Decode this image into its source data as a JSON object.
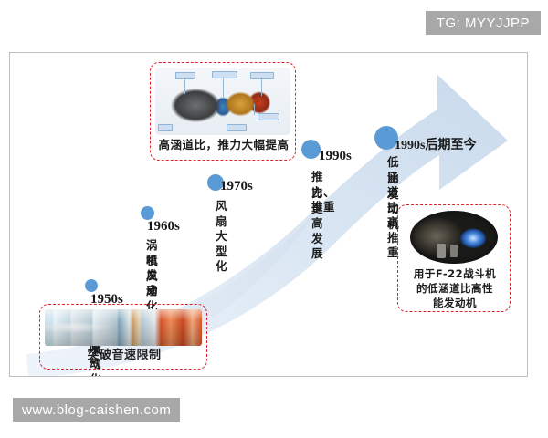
{
  "watermarks": {
    "top_right": "TG: MYYJJPP",
    "bottom_left": "www.blog-caishen.com"
  },
  "timeline": {
    "nodes": [
      {
        "year": "1950s",
        "desc_line1": "航空发动",
        "desc_line2": "机喷气化"
      },
      {
        "year": "1960s",
        "desc_line1": "涡喷发动",
        "desc_line2": "机风扇化"
      },
      {
        "year": "1970s",
        "desc_line1": "风扇大型化",
        "desc_line2": ""
      },
      {
        "year": "1990s",
        "desc_line1": "推力、推重",
        "desc_line2": "比更高发展"
      },
      {
        "year": "1990s后期至今",
        "desc_line1": "低涵道比高推重",
        "desc_line2": "比发动机"
      }
    ]
  },
  "callouts": [
    {
      "id": "turbofan",
      "caption": "高涵道比，推力大幅提高",
      "photo_label": "turbofan-cutaway-photo",
      "sub_labels": [
        "风扇",
        "高压压气机",
        "燃烧室",
        "高压涡轮",
        "低压涡轮",
        "喷管"
      ]
    },
    {
      "id": "turbojet",
      "caption": "突破音速限制",
      "photo_label": "turbojet-cutaway-photo"
    },
    {
      "id": "afterburner",
      "caption_line1": "用于F-22战斗机",
      "caption_line2": "的低涵道比高性",
      "caption_line3": "能发动机",
      "photo_label": "afterburner-engine-photo"
    }
  ],
  "colors": {
    "arrow_fill_light": "#e3ecf5",
    "arrow_fill_dark": "#cfdded",
    "node_dot": "#5b9bd5",
    "callout_border": "#e0242b",
    "frame_border": "#bfbfbf",
    "watermark_bg": "#a8a8a8"
  }
}
